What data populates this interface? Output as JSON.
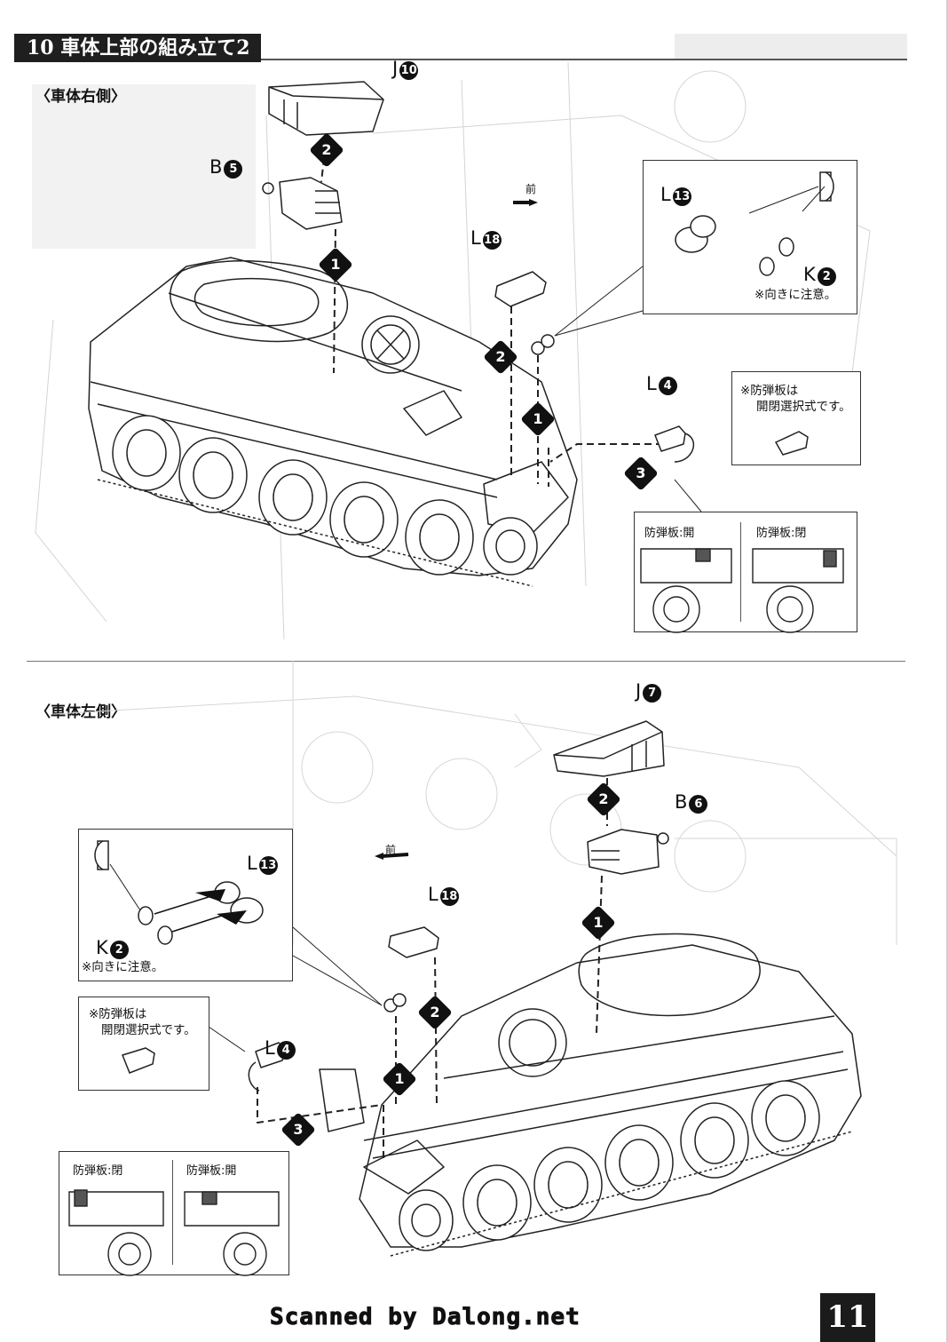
{
  "header": {
    "title": "10 車体上部の組み立て2"
  },
  "sections": {
    "right_side": "〈車体右側〉",
    "left_side": "〈車体左側〉"
  },
  "right_side": {
    "parts": {
      "j10": {
        "letter": "J",
        "num": "10"
      },
      "b5": {
        "letter": "B",
        "num": "5"
      },
      "l18": {
        "letter": "L",
        "num": "18"
      },
      "l13": {
        "letter": "L",
        "num": "13"
      },
      "k2": {
        "letter": "K",
        "num": "2"
      },
      "l4": {
        "letter": "L",
        "num": "4"
      }
    },
    "steps": [
      "1",
      "2",
      "1",
      "2",
      "3"
    ],
    "front_label": "前",
    "note_direction": "※向きに注意。",
    "note_armor": [
      "※防弾板は",
      "開閉選択式です。"
    ],
    "panel_open": "防弾板:開",
    "panel_closed": "防弾板:閉"
  },
  "left_side": {
    "parts": {
      "j7": {
        "letter": "J",
        "num": "7"
      },
      "b6": {
        "letter": "B",
        "num": "6"
      },
      "l18": {
        "letter": "L",
        "num": "18"
      },
      "l13": {
        "letter": "L",
        "num": "13"
      },
      "k2": {
        "letter": "K",
        "num": "2"
      },
      "l4": {
        "letter": "L",
        "num": "4"
      }
    },
    "steps": [
      "2",
      "1",
      "2",
      "1",
      "3"
    ],
    "front_label": "前",
    "note_direction": "※向きに注意。",
    "note_armor": [
      "※防弾板は",
      "開閉選択式です。"
    ],
    "panel_closed": "防弾板:閉",
    "panel_open": "防弾板:開"
  },
  "footer": {
    "scanned_by": "Scanned by Dalong.net",
    "page_number": "11"
  }
}
